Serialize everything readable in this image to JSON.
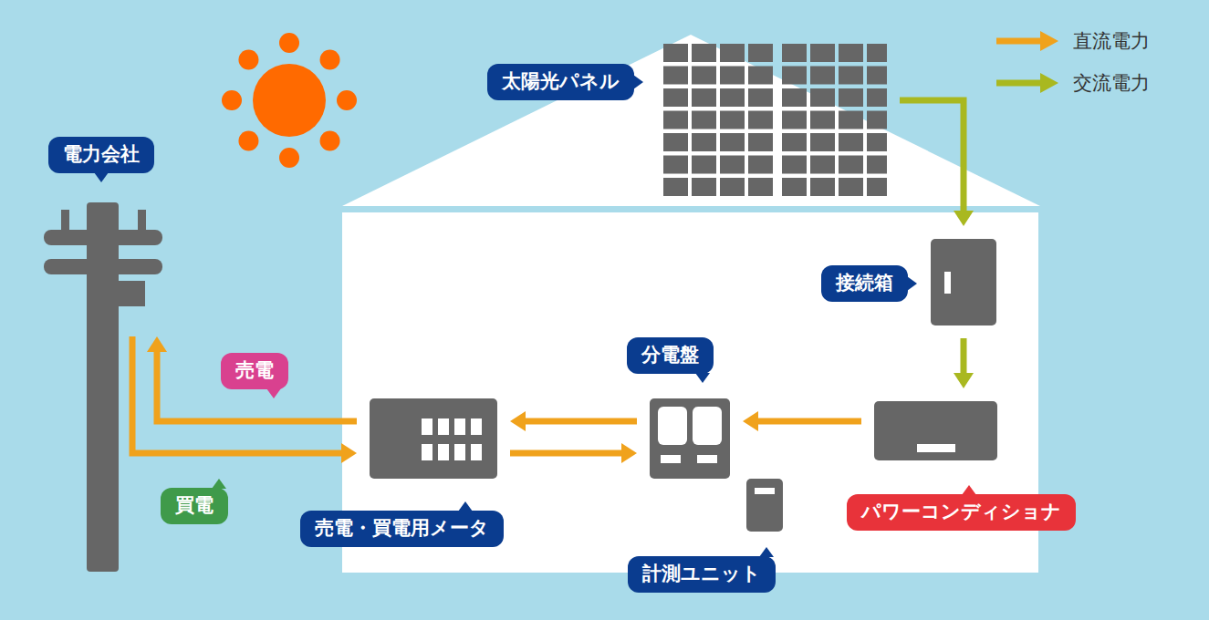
{
  "diagram": {
    "nodes": [
      {
        "text": [
          "電力会社"
        ]
      },
      {
        "text": [
          "太陽光パネル"
        ]
      },
      {
        "text": [
          "接続箱"
        ]
      },
      {
        "text": [
          "パワーコンディショナ"
        ]
      },
      {
        "text": [
          "分電盤"
        ]
      },
      {
        "text": [
          "売電・買電用メータ"
        ]
      },
      {
        "text": [
          "計測ユニット"
        ]
      }
    ],
    "edges": [
      {
        "from": 1,
        "to": 2,
        "arrow": "to"
      },
      {
        "from": 2,
        "to": 3,
        "arrow": "to"
      },
      {
        "from": 3,
        "to": 4,
        "arrow": "to"
      },
      {
        "from": 4,
        "to": 5,
        "arrow": "to"
      },
      {
        "from": 5,
        "to": 4,
        "arrow": "to"
      },
      {
        "from": 5,
        "to": 0,
        "label": "売電",
        "arrow": "to"
      },
      {
        "from": 0,
        "to": 5,
        "label": "買電",
        "arrow": "to"
      }
    ],
    "legend": [
      {
        "text": "直流電力",
        "color": "#f0a21c"
      },
      {
        "text": "交流電力",
        "color": "#a9b820"
      }
    ]
  }
}
